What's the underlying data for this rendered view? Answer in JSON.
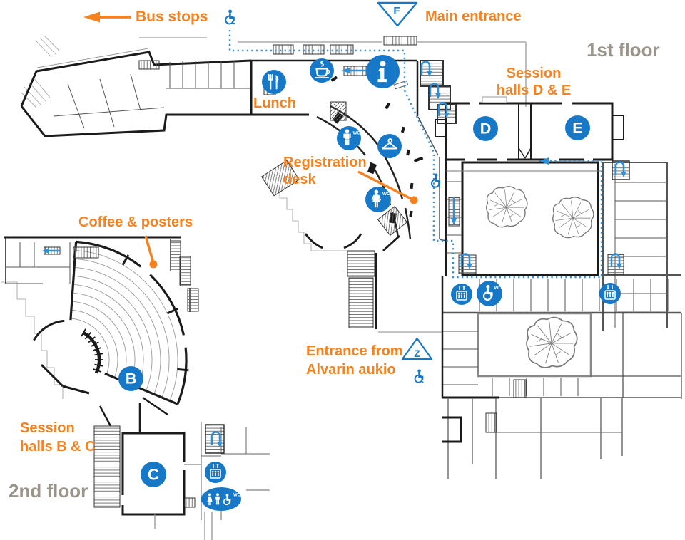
{
  "colors": {
    "accent_orange": "#F5821F",
    "icon_blue": "#1878C8",
    "route_blue": "#2E8FD9",
    "floor_label_gray": "#9A948A"
  },
  "floors": {
    "first_floor": "1st floor",
    "second_floor": "2nd floor"
  },
  "labels": {
    "bus_stops": "Bus stops",
    "main_entrance": "Main entrance",
    "lunch": "Lunch",
    "session_de_1": "Session",
    "session_de_2": "halls D & E",
    "registration_1": "Registration",
    "registration_2": "desk",
    "coffee_posters": "Coffee & posters",
    "session_bc_1": "Session",
    "session_bc_2": "halls B & C",
    "alvarin_1": "Entrance from",
    "alvarin_2": "Alvarin aukio"
  },
  "markers": {
    "main_entrance_letter": "F",
    "alvarin_letter": "Z"
  },
  "halls": {
    "b": "B",
    "c": "C",
    "d": "D",
    "e": "E"
  },
  "icon_labels": {
    "wc": "WC"
  },
  "icons": {
    "lunch": "fork-and-knife",
    "coffee": "coffee-cup",
    "information": "info-i",
    "mens_wc": "man-figure-wc",
    "womens_wc": "woman-figure-wc",
    "cloakroom": "coat-hanger",
    "accessible": "wheelchair",
    "elevator": "elevator-cab-arrows",
    "accessible_wc": "wheelchair-wc",
    "family_wc": "woman-man-wheelchair-wc"
  }
}
